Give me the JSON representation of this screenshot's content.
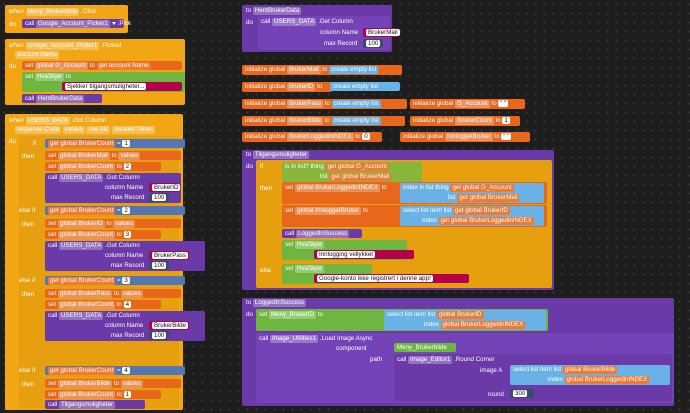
{
  "ws": {
    "b1": {
      "when": "when",
      "comp": "Meny_Brukerbilde",
      "event": ".Click",
      "do": "do",
      "call": "call",
      "target": "Google_Account_Picker1",
      "method": ".Pick"
    },
    "b2": {
      "when": "when",
      "comp": "Google_Account_Picker1",
      "event": ".Picked",
      "param": "account Name",
      "do": "do",
      "set": "set",
      "var": "global G_Account",
      "to": "to",
      "get": "get",
      "getv": "account Name",
      "set2": "set",
      "c2": "HvaSkjer",
      "p2": ".",
      "prop2": "Text",
      "to2": "to",
      "str2": "Sjekker tilgangsmuligheter...",
      "call3": "call",
      "proc3": "HentBrukerData"
    },
    "b3": {
      "when": "when",
      "comp": "USERS_DATA",
      "event": ".Got Column",
      "params": [
        "response Code",
        "values",
        "row Ids",
        "created Times"
      ],
      "do": "do",
      "if": "if",
      "get": "get",
      "count": "global BrukerCount",
      "eq": "=",
      "then": "then",
      "elseif": "else if",
      "set": "set",
      "to": "to",
      "call": "call",
      "gotcol": ".Got Column",
      "colname": "column Name",
      "maxrec": "max Record",
      "maxval": "100",
      "vals": "values",
      "inc": "+",
      "g1": {
        "n": "1",
        "var": "global BrukerMail",
        "c": "2",
        "col": "BrukerID"
      },
      "g2": {
        "n": "2",
        "var": "global BrukerID",
        "c": "3",
        "col": "BrukerPass"
      },
      "g3": {
        "n": "3",
        "var": "global BrukerPass",
        "c": "4",
        "col": "BrukerBilde"
      },
      "g4": {
        "n": "4",
        "var": "global BrukerBilde",
        "c": "1",
        "proc": "Tilgangsmuligheter"
      }
    },
    "b4": {
      "to": "to",
      "name": "HentBrukerData",
      "do": "do",
      "call": "call",
      "comp": "USERS_DATA",
      "method": ".Get Column",
      "colname": "column Name",
      "colval": "BrukerMail",
      "maxrec": "max Record",
      "maxval": "100"
    },
    "inits": [
      {
        "label": "initialize global",
        "name": "BrukerMail",
        "to": "to",
        "val": "create empty list"
      },
      {
        "label": "initialize global",
        "name": "BrukerID",
        "to": "to",
        "val": "create empty list"
      },
      {
        "label": "initialize global",
        "name": "BrukerPass",
        "to": "to",
        "val": "create empty list"
      },
      {
        "label": "initialize global",
        "name": "BrukerBilde",
        "to": "to",
        "val": "create empty list"
      },
      {
        "label": "initialize global",
        "name": "BrukerLoggedinINDEX",
        "to": "to",
        "val": "0"
      },
      {
        "label": "initialize global",
        "name": "G_Account",
        "to": "to",
        "val": "\" \""
      },
      {
        "label": "initialize global",
        "name": "BrukerCount",
        "to": "to",
        "val": "1"
      },
      {
        "label": "initialize global",
        "name": "InnloggetBruker",
        "to": "to",
        "val": "\" \""
      }
    ],
    "b5": {
      "to": "to",
      "name": "Tilgangsmuligheter",
      "do": "do",
      "if": "if",
      "isin": "is in list? thing",
      "get": "get",
      "gacc": "global G_Account",
      "list": "list",
      "gmail": "global BrukerMail",
      "then": "then",
      "set": "set",
      "idxvar": "global BrukerLoggedinINDEX",
      "idxin": "index in list  thing",
      "gacc2": "global G_Account",
      "list2": "list",
      "gmail2": "global BrukerMail",
      "set2": "set",
      "innv": "global InnloggetBruker",
      "sel": "select list item  list",
      "gid": "global BrukerID",
      "index": "index",
      "gidx": "global BrukerLoggedinINDEX",
      "call": "call",
      "proc": "LoggedInSuccess",
      "set3": "set",
      "hva": "HvaSkjer",
      "prop": "Text",
      "s3": "Innlogging vellykket",
      "else": "else",
      "s4": "Google-konto ikke registrert i denne app!"
    },
    "b6": {
      "to": "to",
      "name": "LoggedInSuccess",
      "do": "do",
      "set": "set",
      "comp": "Meny_BrukerID",
      "prop": "Text",
      "sel": "select list item  list",
      "gid": "global BrukerID",
      "index": "index",
      "gidx": "global BrukerLoggedinINDEX",
      "call": "call",
      "util": "Image_Utilities1",
      "method": ".Load Image Async",
      "component": "component",
      "mbb": "Meny_Brukerbilde",
      "path": "path",
      "call2": "call",
      "ed": "Image_Editor1",
      "round": ".Round Corner",
      "imgA": "image A",
      "sel2": "select list item  list",
      "gb": "global BrukerBilde",
      "index2": "index",
      "gidx2": "global BrukerLoggedinINDEX",
      "roundl": "round",
      "roundv": "300"
    }
  }
}
